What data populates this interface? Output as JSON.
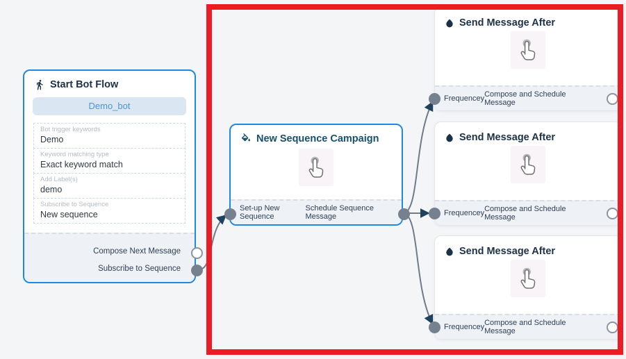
{
  "colors": {
    "canvas_bg": "#f4f5f7",
    "node_accent_blue": "#1e88e5",
    "highlight_red": "#ec1c24",
    "port_gray": "#76818f",
    "connection_gray": "#6f7b8a",
    "arrow_navy": "#1f415e"
  },
  "start_node": {
    "title": "Start Bot Flow",
    "icon": "walking-person-icon",
    "button_label": "Demo_bot",
    "fields": [
      {
        "label": "Bot trigger keywords",
        "value": "Demo"
      },
      {
        "label": "Keyword matching type",
        "value": "Exact keyword match"
      },
      {
        "label": "Add Label(s)",
        "value": "demo"
      },
      {
        "label": "Subscribe to Sequence",
        "value": "New sequence"
      }
    ],
    "outputs": [
      {
        "label": "Compose Next Message",
        "port_style": "hollow"
      },
      {
        "label": "Subscribe to Sequence",
        "port_style": "filled"
      }
    ]
  },
  "campaign_node": {
    "title": "New Sequence Campaign",
    "icon": "paint-bucket-icon",
    "body_icon": "tap-cursor-icon",
    "input_label": "Set-up New Sequence",
    "output_label": "Schedule Sequence Message"
  },
  "send_nodes": [
    {
      "title": "Send Message After",
      "icon": "water-drop-icon",
      "body_icon": "tap-cursor-icon",
      "input_label": "Frequencey",
      "output_label": "Compose and Schedule Message"
    },
    {
      "title": "Send Message After",
      "icon": "water-drop-icon",
      "body_icon": "tap-cursor-icon",
      "input_label": "Frequencey",
      "output_label": "Compose and Schedule Message"
    },
    {
      "title": "Send Message After",
      "icon": "water-drop-icon",
      "body_icon": "tap-cursor-icon",
      "input_label": "Frequencey",
      "output_label": "Compose and Schedule Message"
    }
  ]
}
